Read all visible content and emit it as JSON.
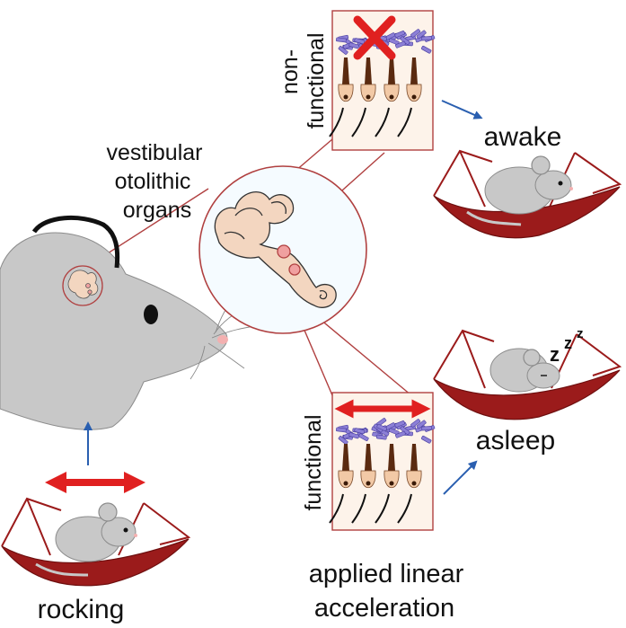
{
  "labels": {
    "vestibular": [
      "vestibular",
      "otolithic",
      "organs"
    ],
    "non_functional": [
      "non-",
      "functional"
    ],
    "functional": "functional",
    "awake": "awake",
    "asleep": "asleep",
    "rocking": "rocking",
    "applied": [
      "applied linear",
      "acceleration"
    ],
    "sleep_z": "z"
  },
  "colors": {
    "hammock": "#9b1b1b",
    "hammock_dark": "#6e0f0f",
    "mouse": "#c8c8c8",
    "mouse_dark": "#8c8c8c",
    "red_arrow": "#e02020",
    "blue_arrow": "#2a5fb0",
    "line": "#b04040",
    "panel_bg": "#fdf3ea",
    "hair_cell": "#f2c9a6",
    "hair_bundle": "#5a2a10",
    "otoconia": "#8c7fd6",
    "inner_ear": "#f3d6c0",
    "spot": "#f0a0a0",
    "x_mark": "#e02020",
    "circle_fill": "#f5fbff"
  }
}
